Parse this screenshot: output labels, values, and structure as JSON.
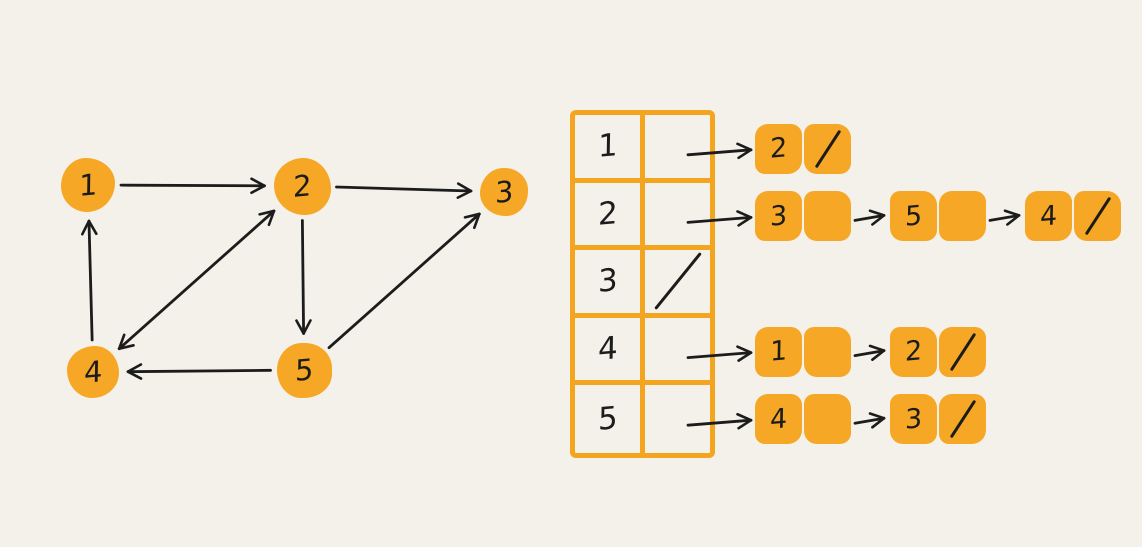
{
  "meta": {
    "description": "Hand-drawn directed graph with its adjacency list representation"
  },
  "colors": {
    "background": "#f3f1ea",
    "orange": "#f6a726",
    "table_border": "#f3a51f",
    "ink": "#1c1c1c"
  },
  "graph": {
    "nodes": [
      {
        "id": "1",
        "label": "1"
      },
      {
        "id": "2",
        "label": "2"
      },
      {
        "id": "3",
        "label": "3"
      },
      {
        "id": "4",
        "label": "4"
      },
      {
        "id": "5",
        "label": "5"
      }
    ],
    "edges": [
      {
        "from": "1",
        "to": "2",
        "bidirectional": false
      },
      {
        "from": "2",
        "to": "3",
        "bidirectional": false
      },
      {
        "from": "2",
        "to": "5",
        "bidirectional": false
      },
      {
        "from": "2",
        "to": "4",
        "bidirectional": true
      },
      {
        "from": "4",
        "to": "1",
        "bidirectional": false
      },
      {
        "from": "5",
        "to": "4",
        "bidirectional": false
      },
      {
        "from": "5",
        "to": "3",
        "bidirectional": false
      }
    ]
  },
  "adjacency_list": {
    "null_symbol": "/",
    "rows": [
      {
        "vertex": "1",
        "neighbors": [
          "2"
        ],
        "null_terminated": true,
        "empty": false
      },
      {
        "vertex": "2",
        "neighbors": [
          "3",
          "5",
          "4"
        ],
        "null_terminated": true,
        "empty": false
      },
      {
        "vertex": "3",
        "neighbors": [],
        "null_terminated": false,
        "empty": true
      },
      {
        "vertex": "4",
        "neighbors": [
          "1",
          "2"
        ],
        "null_terminated": true,
        "empty": false
      },
      {
        "vertex": "5",
        "neighbors": [
          "4",
          "3"
        ],
        "null_terminated": true,
        "empty": false
      }
    ]
  }
}
